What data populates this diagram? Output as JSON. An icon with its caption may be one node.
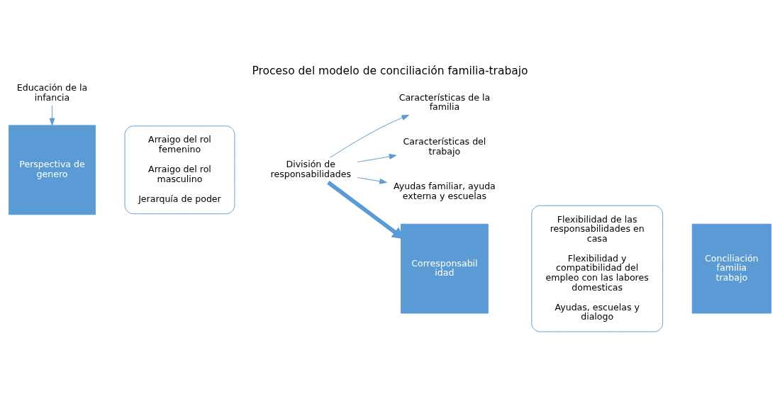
{
  "diagram": {
    "title": "Proceso del modelo de conciliación familia-trabajo",
    "nodes": [
      {
        "text": [
          "Educación de la infancia"
        ]
      },
      {
        "text": [
          "Perspectiva de genero"
        ]
      },
      {
        "text": [
          "Arraigo del rol femenino",
          "Arraigo del rol masculino",
          "Jerarquía de poder"
        ]
      },
      {
        "text": [
          "División de responsabilidades"
        ]
      },
      {
        "text": [
          "Características de la familia"
        ]
      },
      {
        "text": [
          "Características del trabajo"
        ]
      },
      {
        "text": [
          "Ayudas familiar, ayuda externa y escuelas"
        ]
      },
      {
        "text": [
          "Corresponsabilidad"
        ]
      },
      {
        "text": [
          "Flexibilidad de las responsabilidades en casa",
          "Flexibilidad y compatibilidad del empleo con las labores domesticas",
          "Ayudas, escuelas y dialogo"
        ]
      },
      {
        "text": [
          "Conciliación familia trabajo"
        ]
      }
    ],
    "edges": [
      {
        "from": 0,
        "to": 1,
        "arrow": "to"
      },
      {
        "from": 3,
        "to": 4,
        "arrow": "to"
      },
      {
        "from": 3,
        "to": 5,
        "arrow": "to"
      },
      {
        "from": 3,
        "to": 6,
        "arrow": "to"
      },
      {
        "from": 3,
        "to": 7,
        "arrow": "to",
        "style": "thick"
      }
    ]
  }
}
